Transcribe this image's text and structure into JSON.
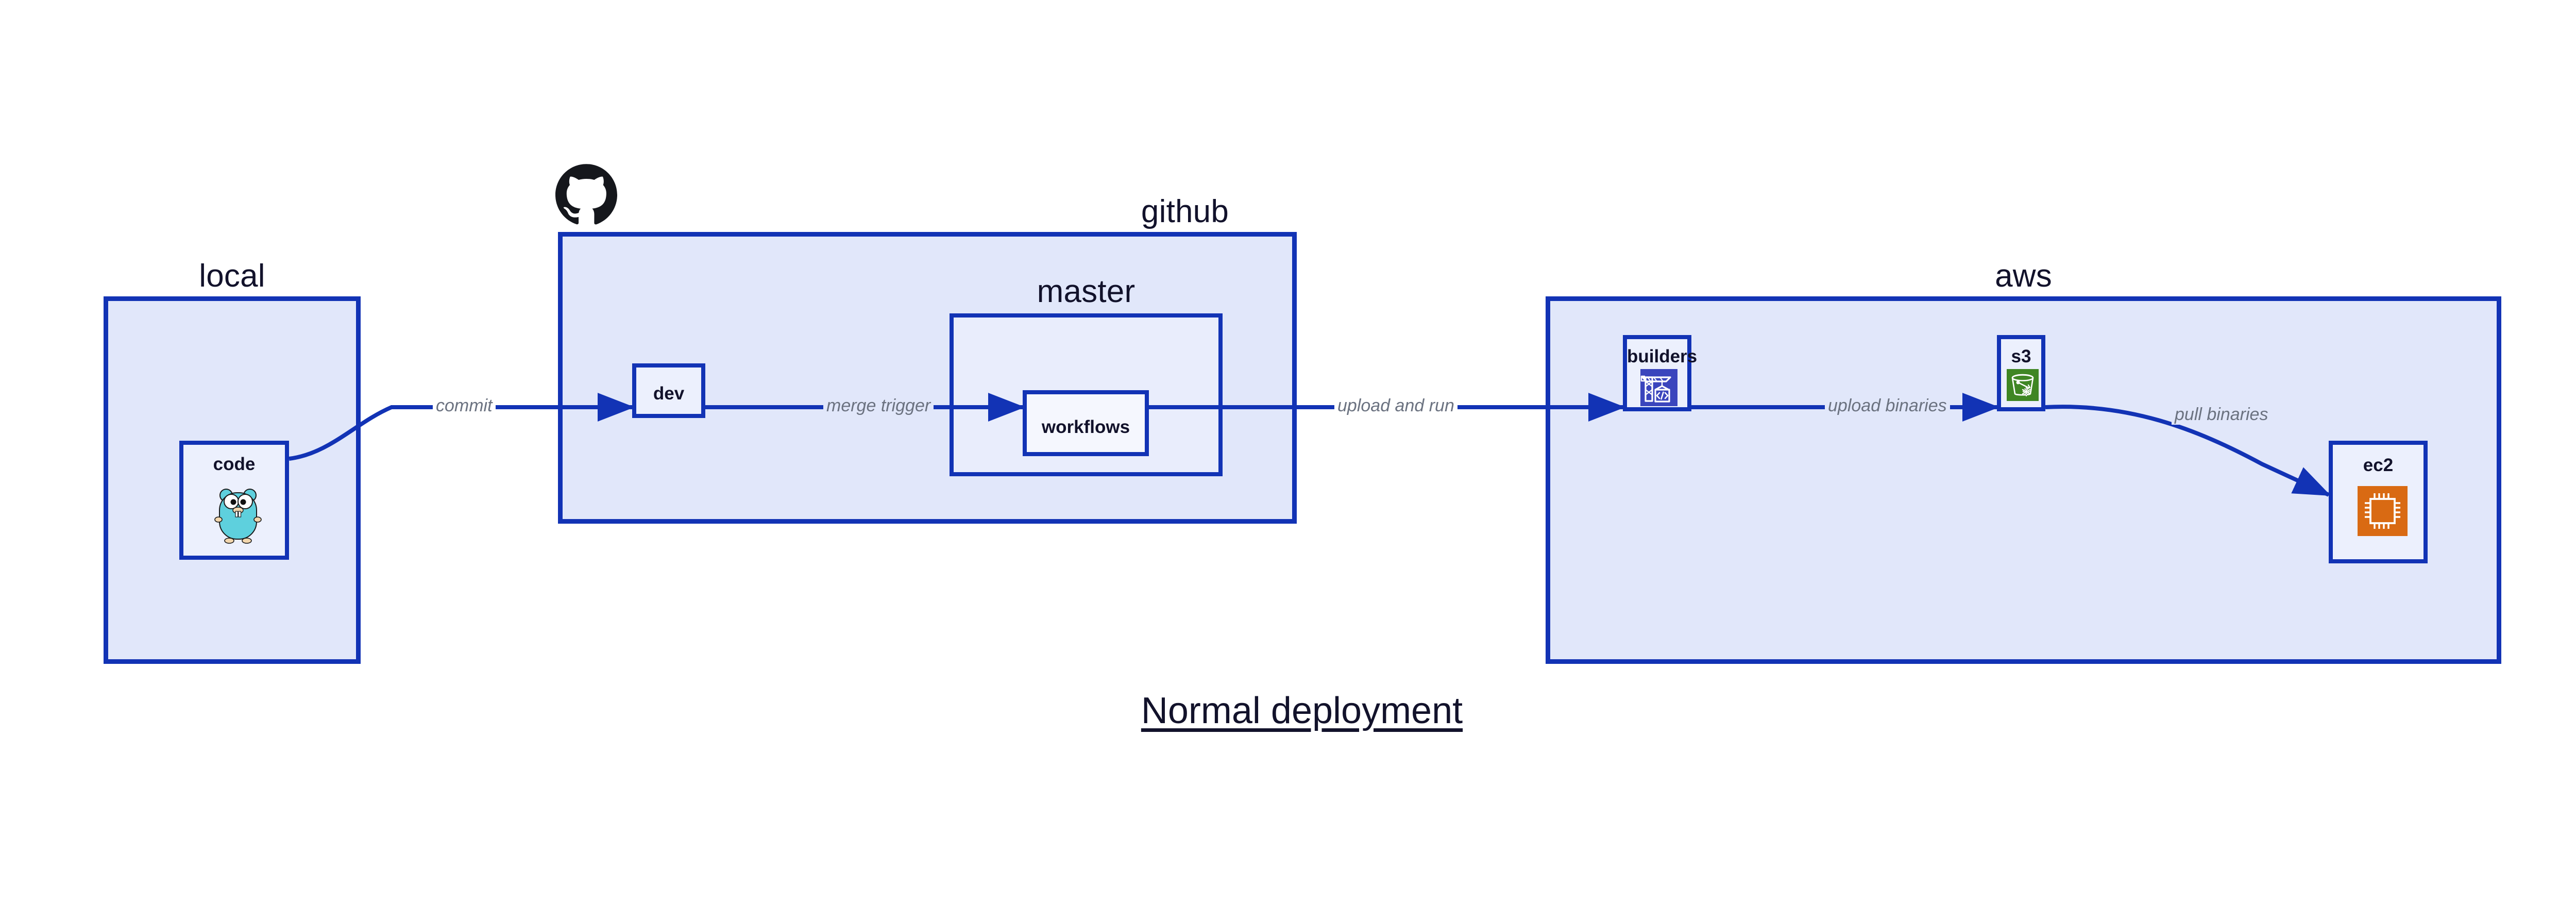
{
  "diagram": {
    "title": "Normal deployment",
    "colors": {
      "zone_border": "#1233b5",
      "zone_fill": "#e1e7fa",
      "zone_fill_nested": "#e9edfc",
      "node_fill": "#ecf0fd",
      "node_fill_nested": "#f5f7fe",
      "arrow": "#1233b5",
      "label_text": "#6b7280",
      "title_text": "#12122b",
      "builders_icon": "#3a45bd",
      "s3_icon": "#3f8624",
      "ec2_icon": "#d96a13",
      "gopher_body": "#5ed0dd",
      "github_logo": "#15171c"
    },
    "zones": [
      {
        "id": "local",
        "label": "local"
      },
      {
        "id": "github",
        "label": "github"
      },
      {
        "id": "aws",
        "label": "aws"
      }
    ],
    "nested_zones": [
      {
        "id": "master",
        "label": "master",
        "parent": "github"
      }
    ],
    "nodes": [
      {
        "id": "code",
        "label": "code",
        "zone": "local",
        "icon": "go-gopher-icon"
      },
      {
        "id": "dev",
        "label": "dev",
        "zone": "github",
        "icon": ""
      },
      {
        "id": "workflows",
        "label": "workflows",
        "zone": "master",
        "icon": ""
      },
      {
        "id": "builders",
        "label": "builders",
        "zone": "aws",
        "icon": "aws-builders-crane-icon"
      },
      {
        "id": "s3",
        "label": "s3",
        "zone": "aws",
        "icon": "aws-s3-bucket-icon"
      },
      {
        "id": "ec2",
        "label": "ec2",
        "zone": "aws",
        "icon": "aws-ec2-chip-icon"
      }
    ],
    "edges": [
      {
        "id": "commit",
        "label": "commit",
        "from": "code",
        "to": "dev"
      },
      {
        "id": "merge-trigger",
        "label": "merge trigger",
        "from": "dev",
        "to": "workflows"
      },
      {
        "id": "upload-and-run",
        "label": "upload and run",
        "from": "workflows",
        "to": "builders"
      },
      {
        "id": "upload-binaries",
        "label": "upload binaries",
        "from": "builders",
        "to": "s3"
      },
      {
        "id": "pull-binaries",
        "label": "pull binaries",
        "from": "s3",
        "to": "ec2"
      }
    ],
    "logos": [
      {
        "id": "github-logo",
        "name": "github-octocat-logo"
      }
    ]
  }
}
